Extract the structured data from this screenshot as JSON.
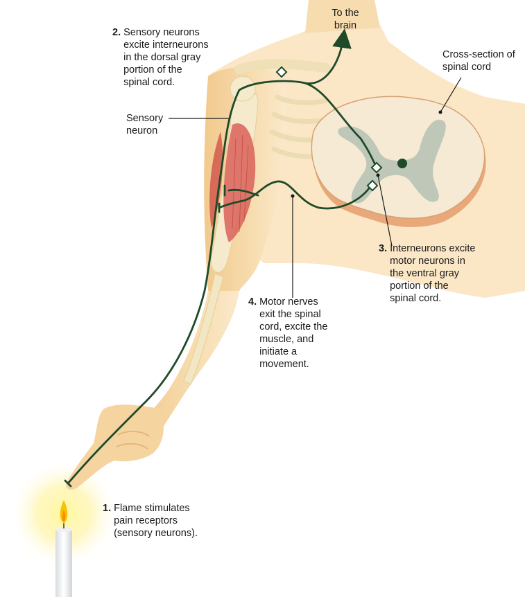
{
  "labels": {
    "to_brain": "To the\nbrain",
    "cross_section": "Cross-section of\nspinal cord",
    "sensory_neuron": "Sensory\nneuron"
  },
  "steps": [
    {
      "num": "1.",
      "text": "Flame stimulates\npain receptors\n(sensory neurons)."
    },
    {
      "num": "2.",
      "text": "Sensory neurons\nexcite interneurons\nin the dorsal gray\nportion of the\nspinal cord."
    },
    {
      "num": "3.",
      "text": "Interneurons excite\nmotor neurons in\nthe ventral gray\nportion of the\nspinal cord."
    },
    {
      "num": "4.",
      "text": "Motor nerves\nexit the spinal\ncord, excite the\nmuscle, and\ninitiate a\nmovement."
    }
  ],
  "colors": {
    "skin": "#f6d9a8",
    "bone": "#f3e6c3",
    "muscle": "#d9625a",
    "nerve": "#1e4a2a",
    "gray_matter": "#b9c4b5",
    "cord_outer": "#e8a879",
    "flame": "#f5c400"
  }
}
